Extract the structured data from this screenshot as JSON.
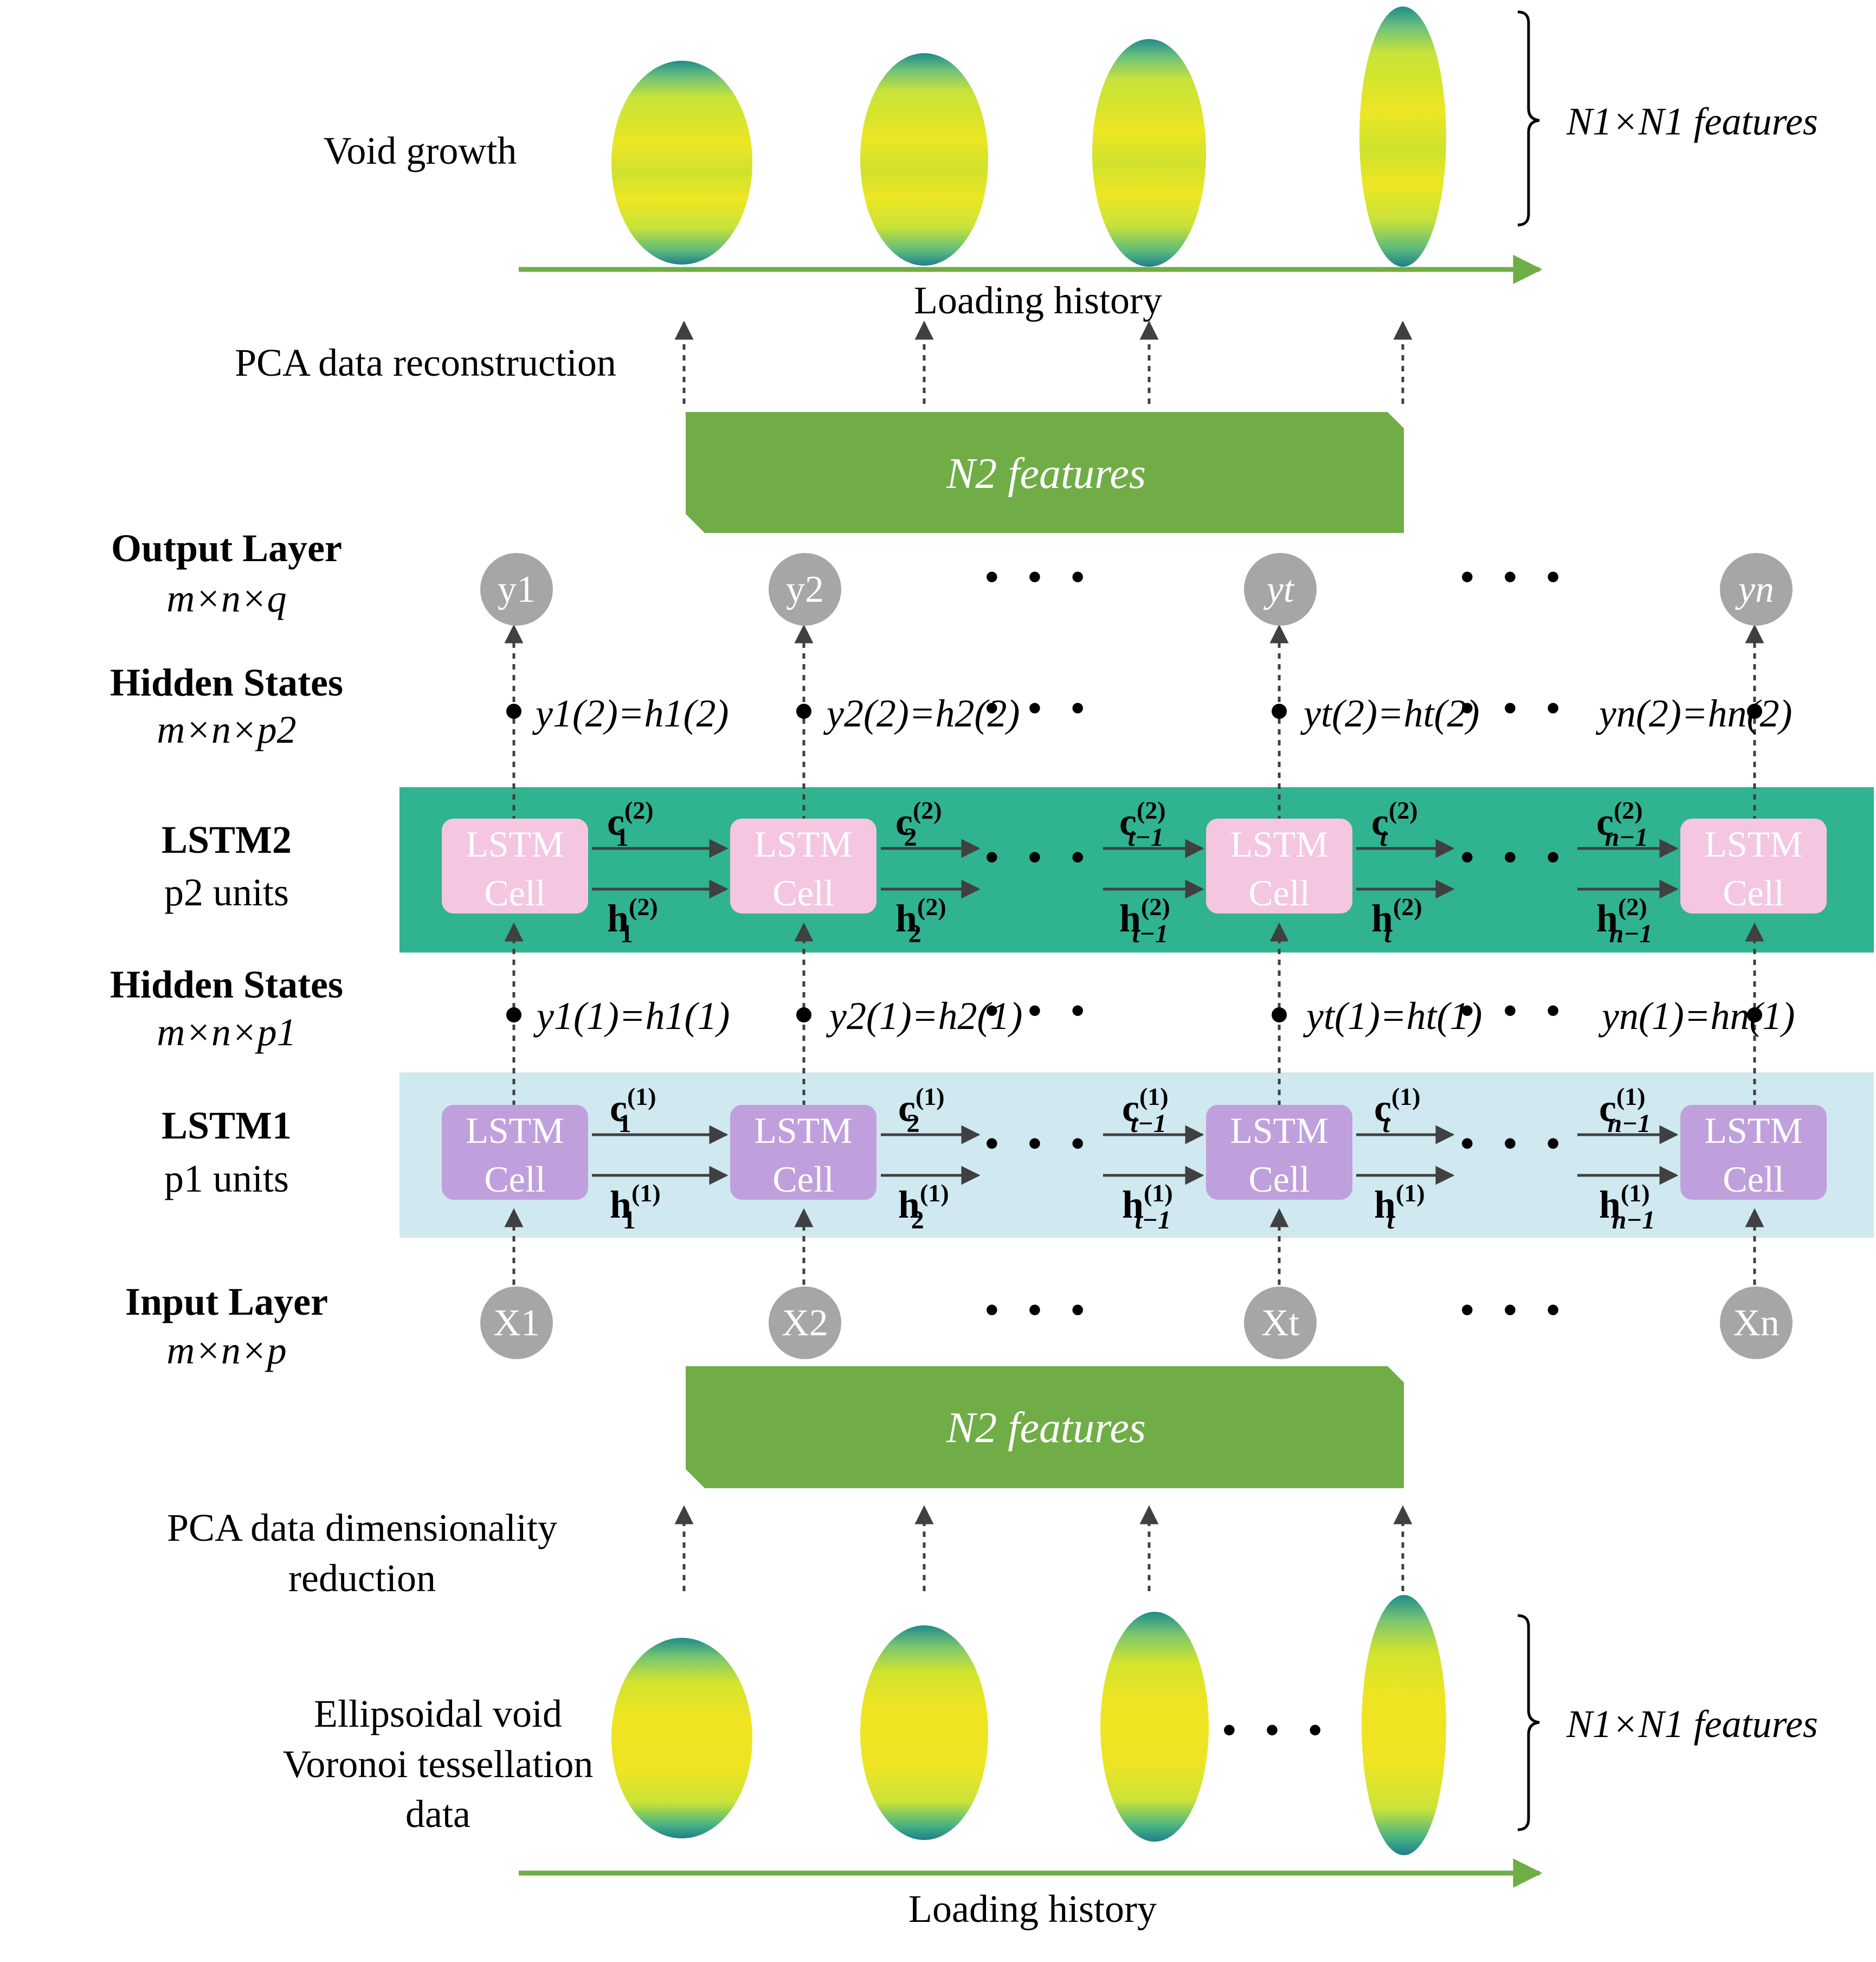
{
  "colors": {
    "green_band": "#70AD47",
    "lstm2_bg": "#30B391",
    "lstm1_bg": "#D0E8EF",
    "lstm2_cell": "#F4C6E2",
    "lstm1_cell": "#BFA0DC",
    "node": "#A6A6A6",
    "void_yellow": "#D6E62A",
    "void_blue": "#1F8C8C"
  },
  "top": {
    "void_growth": "Void growth",
    "features_label": "N1×N1 features",
    "loading_history": "Loading history",
    "pca_reconstruction": "PCA data reconstruction",
    "band_label": "N2 features"
  },
  "layers": {
    "output": {
      "name": "Output Layer",
      "dims": "m×n×q",
      "nodes": [
        "y1",
        "y2",
        "yt",
        "yn"
      ]
    },
    "hidden2": {
      "name": "Hidden States",
      "dims": "m×n×p2",
      "eqs": [
        "y1(2)=h1(2)",
        "y2(2)=h2(2)",
        "yt(2)=ht(2)",
        "yn(2)=hn(2)"
      ]
    },
    "lstm2": {
      "name": "LSTM2",
      "units": "p2 units",
      "cell_label": [
        "LSTM",
        "Cell"
      ]
    },
    "hidden1": {
      "name": "Hidden States",
      "dims": "m×n×p1",
      "eqs": [
        "y1(1)=h1(1)",
        "y2(1)=h2(1)",
        "yt(1)=ht(1)",
        "yn(1)=hn(1)"
      ]
    },
    "lstm1": {
      "name": "LSTM1",
      "units": "p1 units",
      "cell_label": [
        "LSTM",
        "Cell"
      ]
    },
    "input": {
      "name": "Input Layer",
      "dims": "m×n×p",
      "nodes": [
        "X1",
        "X2",
        "Xt",
        "Xn"
      ]
    }
  },
  "bottom": {
    "band_label": "N2 features",
    "pca_reduction": [
      "PCA data dimensionality",
      "reduction"
    ],
    "data_label": [
      "Ellipsoidal void",
      "Voronoi tessellation",
      "data"
    ],
    "features_label": "N1×N1 features",
    "loading_history": "Loading history"
  },
  "ellipsis": "• • •"
}
